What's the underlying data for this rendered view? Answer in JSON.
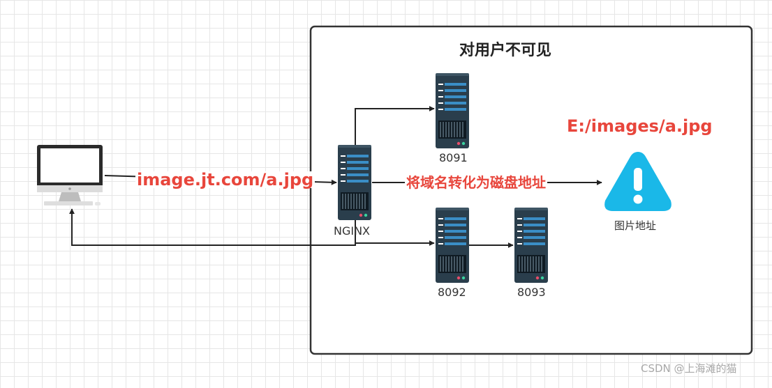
{
  "diagram": {
    "box_title": "对用户不可见",
    "request_url": "image.jt.com/a.jpg",
    "disk_path": "E:/images/a.jpg",
    "convert_label": "将域名转化为磁盘地址",
    "nginx_label": "NGINX",
    "server_8091": "8091",
    "server_8092": "8092",
    "server_8093": "8093",
    "warning_label": "图片地址"
  },
  "watermark": "CSDN @上海滩的猫",
  "colors": {
    "accent_red": "#e8463c",
    "warning_blue": "#1ab8e8",
    "server_body": "#2a3e4c",
    "server_bar": "#3a8ec6"
  },
  "icons": {
    "client": "desktop-computer-icon",
    "server": "server-rack-icon",
    "warning": "warning-triangle-icon"
  }
}
